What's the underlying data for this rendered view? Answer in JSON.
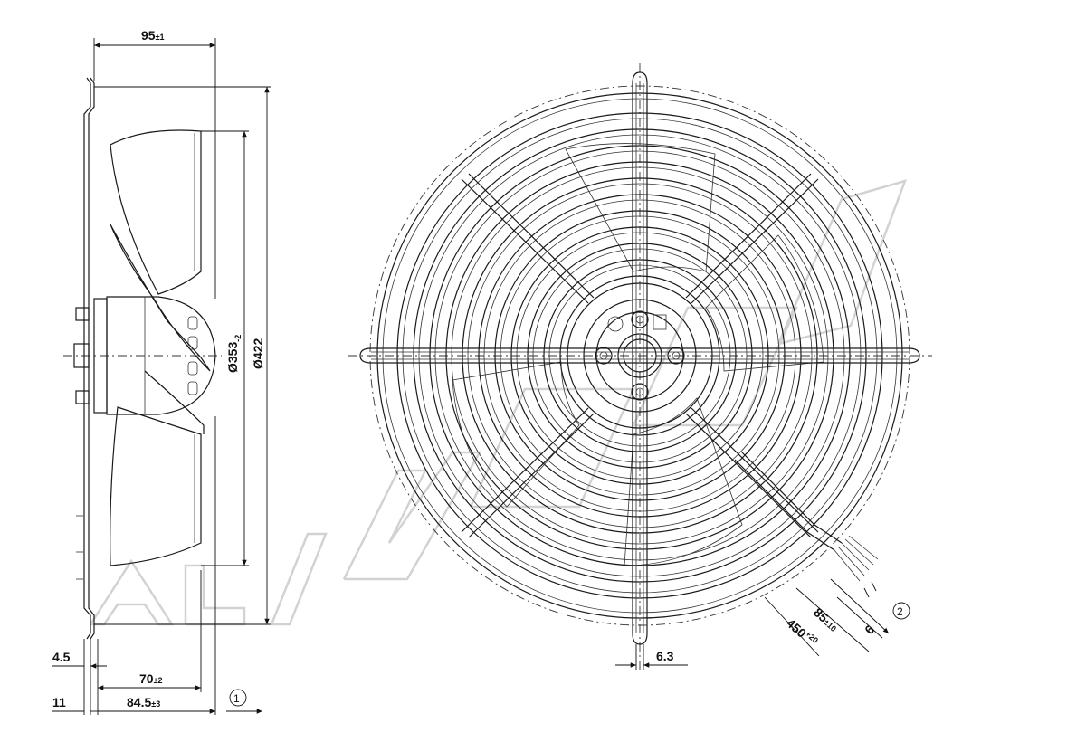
{
  "dimensions": {
    "width_95": {
      "main": "95",
      "tol": "±1"
    },
    "dia_353": {
      "main": "Ø353",
      "tol": "-2"
    },
    "dia_422": {
      "main": "Ø422"
    },
    "d_4_5": {
      "main": "4.5"
    },
    "d_70": {
      "main": "70",
      "tol": "±2"
    },
    "d_11": {
      "main": "11"
    },
    "d_84_5": {
      "main": "84.5",
      "tol": "±3"
    },
    "d_6_3": {
      "main": "6.3"
    },
    "d_85": {
      "main": "85",
      "tol": "±10"
    },
    "d_450": {
      "main": "450",
      "tol": "+20"
    },
    "d_6": {
      "main": "6"
    }
  },
  "callouts": {
    "view_1": "1",
    "view_2": "2"
  },
  "icons": [
    "side-view-icon",
    "front-view-icon",
    "watermark-icon"
  ]
}
